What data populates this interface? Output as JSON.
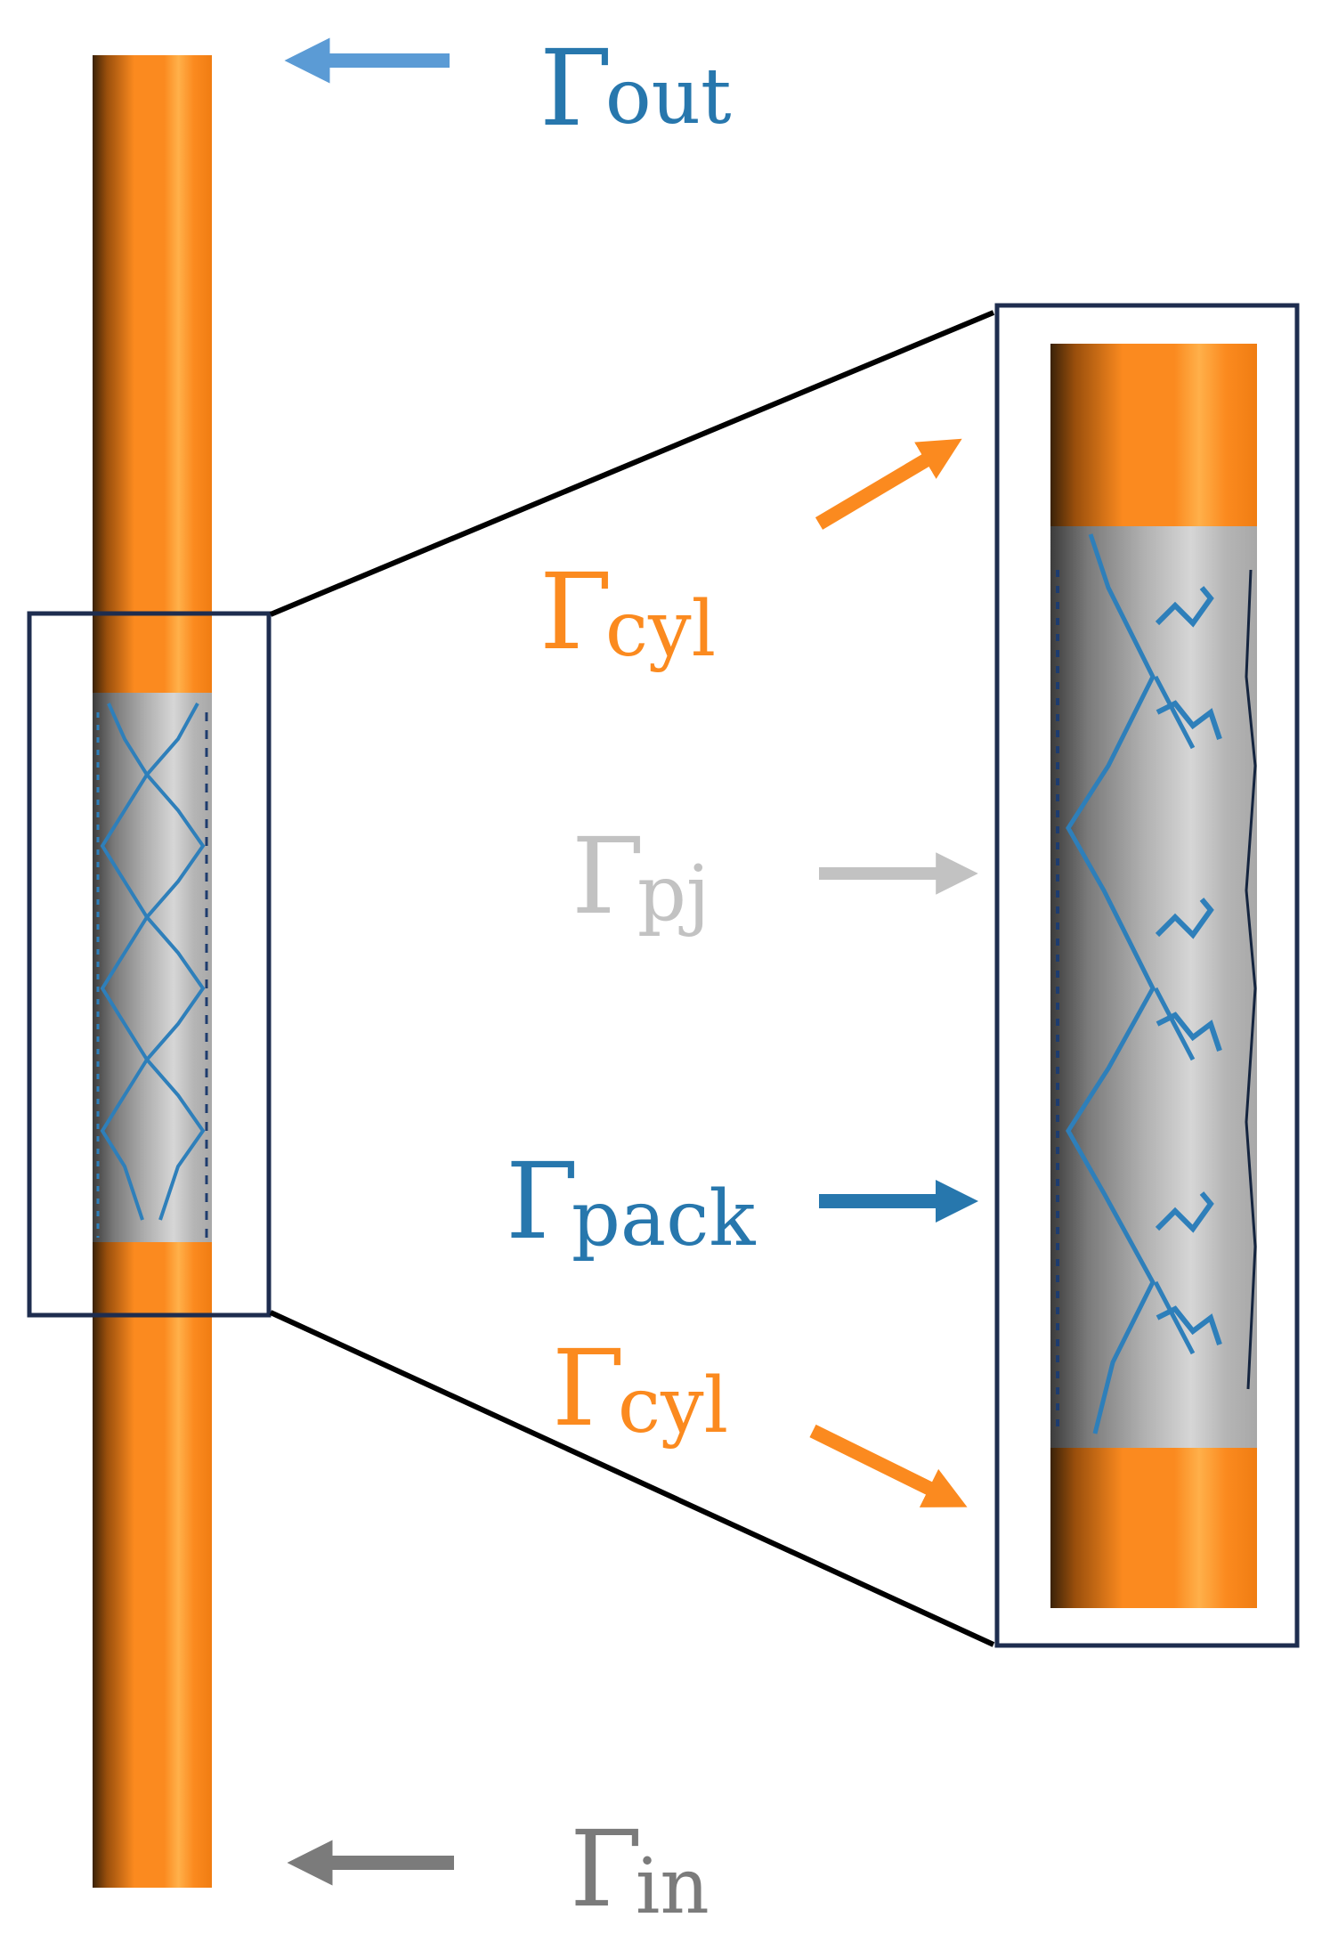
{
  "labels": {
    "out": {
      "gamma": "Γ",
      "sub": "out"
    },
    "cyl_top": {
      "gamma": "Γ",
      "sub": "cyl"
    },
    "pj": {
      "gamma": "Γ",
      "sub": "pj"
    },
    "pack": {
      "gamma": "Γ",
      "sub": "pack"
    },
    "cyl_bottom": {
      "gamma": "Γ",
      "sub": "cyl"
    },
    "in": {
      "gamma": "Γ",
      "sub": "in"
    }
  },
  "colors": {
    "out": "#5b9bd5",
    "cyl": "#fb8a1f",
    "pj": "#c2c2c2",
    "pack": "#2777ad",
    "in": "#7b7b7b",
    "frame": "#1e2d4f",
    "connector": "#000000",
    "tube_orange": "#fb8a1f",
    "packing_gray": "#b5b5b5",
    "wire": "#2e7fba"
  }
}
